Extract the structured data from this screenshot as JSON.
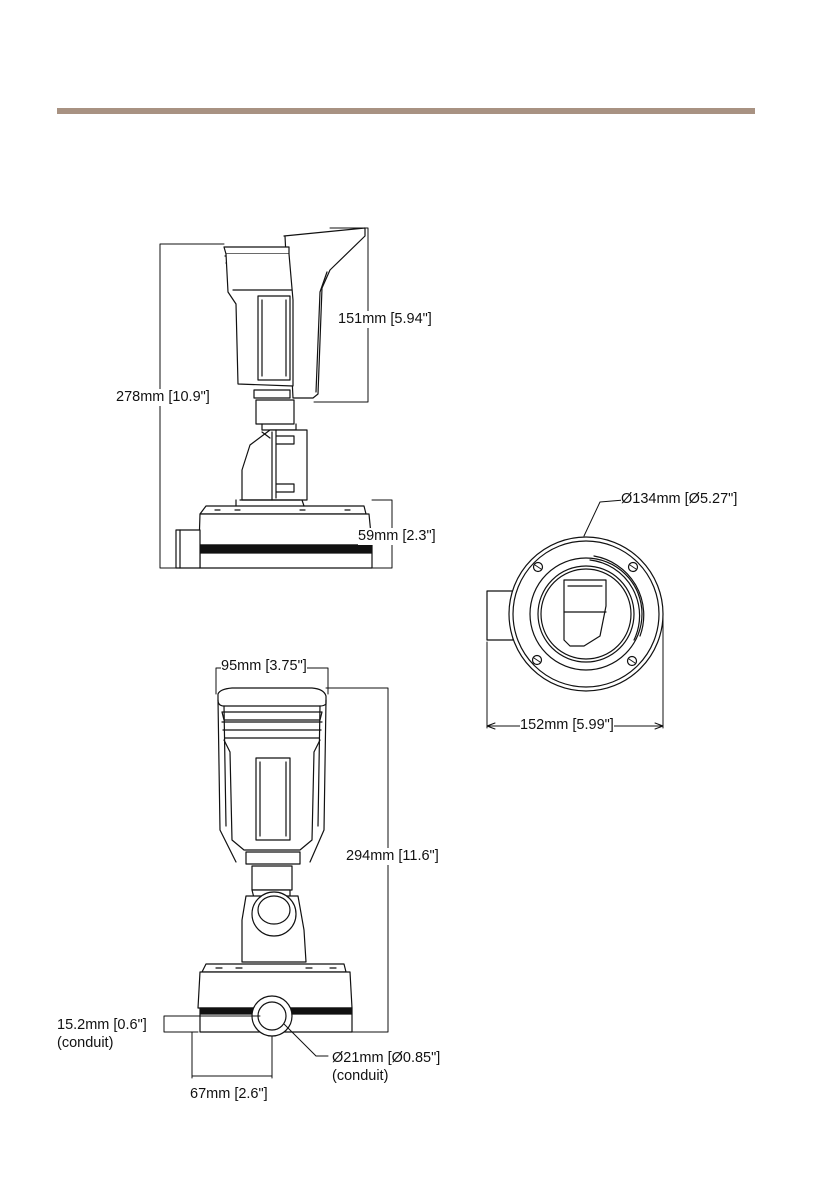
{
  "header": {
    "rule_color": "#a89282"
  },
  "side_view": {
    "height_total": "278mm [10.9\"]",
    "housing_height": "151mm [5.94\"]",
    "base_height": "59mm [2.3\"]"
  },
  "front_view": {
    "housing_width": "95mm [3.75\"]",
    "height_total": "294mm [11.6\"]",
    "conduit_offset": "15.2mm [0.6\"]",
    "conduit_offset_note": "(conduit)",
    "conduit_diameter": "Ø21mm [Ø0.85\"]",
    "conduit_diameter_note": "(conduit)",
    "conduit_center": "67mm [2.6\"]"
  },
  "top_view": {
    "diameter": "Ø134mm [Ø5.27\"]",
    "width": "152mm [5.99\"]"
  }
}
